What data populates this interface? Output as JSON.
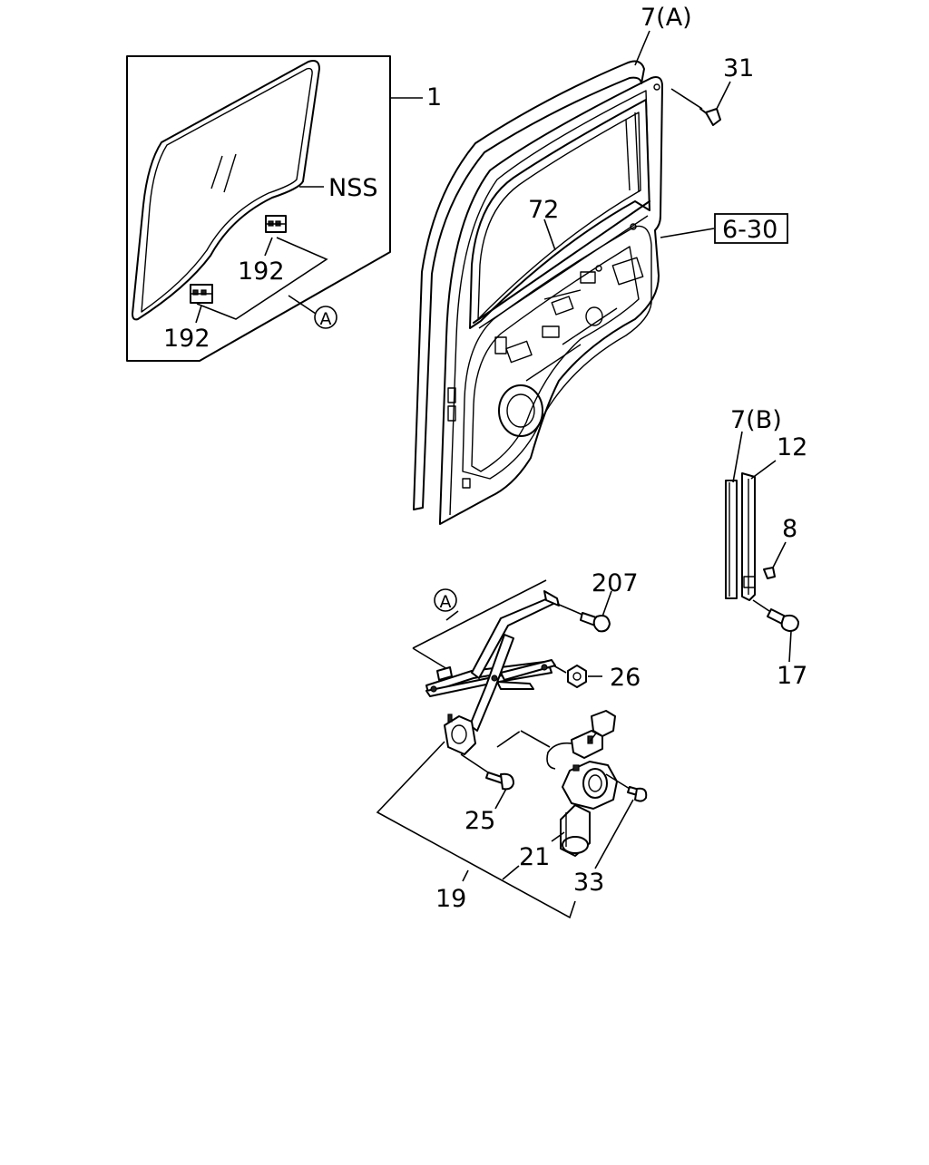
{
  "diagram": {
    "callouts": {
      "c1": "1",
      "c7a": "7(A)",
      "c31": "31",
      "cnss": "NSS",
      "c72": "72",
      "c630": "6-30",
      "c192a": "192",
      "c192b": "192",
      "cA1": "A",
      "c7b": "7(B)",
      "c12": "12",
      "c8": "8",
      "c17": "17",
      "c207": "207",
      "cA2": "A",
      "c26": "26",
      "c25": "25",
      "c21": "21",
      "c33": "33",
      "c19": "19"
    }
  }
}
